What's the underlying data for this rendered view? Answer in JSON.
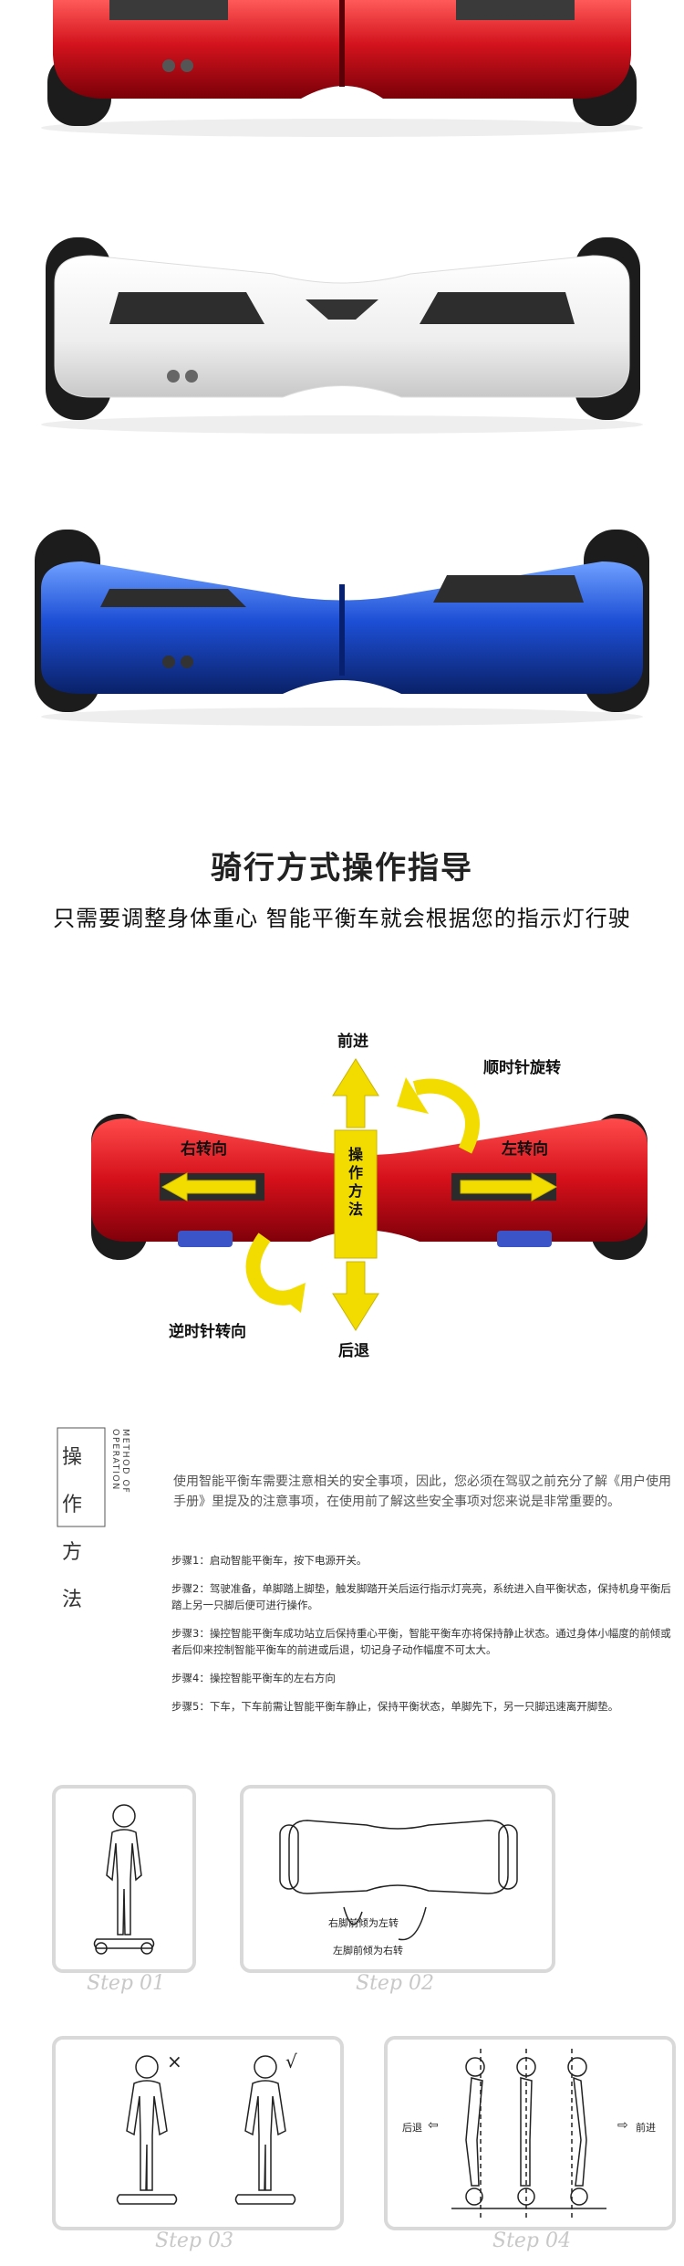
{
  "colors": {
    "red_board": "#c8121c",
    "white_board": "#f4f4f4",
    "blue_board": "#1b4fd0",
    "arrow_yellow": "#f2dc00",
    "panel_border": "#d9d9d9"
  },
  "guide": {
    "title": "骑行方式操作指导",
    "subtitle": "只需要调整身体重心  智能平衡车就会根据您的指示灯行驶"
  },
  "diagram": {
    "forward": "前进",
    "backward": "后退",
    "clockwise": "顺时针旋转",
    "counterclockwise": "逆时针转向",
    "turn_right": "右转向",
    "turn_left": "左转向",
    "center_label": "操作方法"
  },
  "method": {
    "cn_chars": [
      "操",
      "作",
      "方",
      "法"
    ],
    "en_vertical": "METHOD OF OPERATION",
    "intro": "使用智能平衡车需要注意相关的安全事项，因此，您必须在驾驭之前充分了解《用户使用手册》里提及的注意事项，在使用前了解这些安全事项对您来说是非常重要的。",
    "steps": [
      "步骤1：启动智能平衡车，按下电源开关。",
      "步骤2：驾驶准备，单脚踏上脚垫，触发脚踏开关后运行指示灯亮亮，系统进入自平衡状态，保持机身平衡后踏上另一只脚后便可进行操作。",
      "步骤3：操控智能平衡车成功站立后保持重心平衡，智能平衡车亦将保持静止状态。通过身体小幅度的前倾或者后仰来控制智能平衡车的前进或后退，切记身子动作幅度不可太大。",
      "步骤4：操控智能平衡车的左右方向",
      "步骤5：下车，下车前需让智能平衡车静止，保持平衡状态，单脚先下，另一只脚迅速离开脚垫。"
    ]
  },
  "figures": {
    "step1": "Step 01",
    "step2": "Step 02",
    "step3": "Step 03",
    "step4": "Step 04",
    "right_foot_label": "右脚前倾为左转",
    "left_foot_label": "左脚前倾为右转",
    "back_label": "后退",
    "forward_label": "前进",
    "wrong_mark": "×",
    "right_mark": "√"
  }
}
